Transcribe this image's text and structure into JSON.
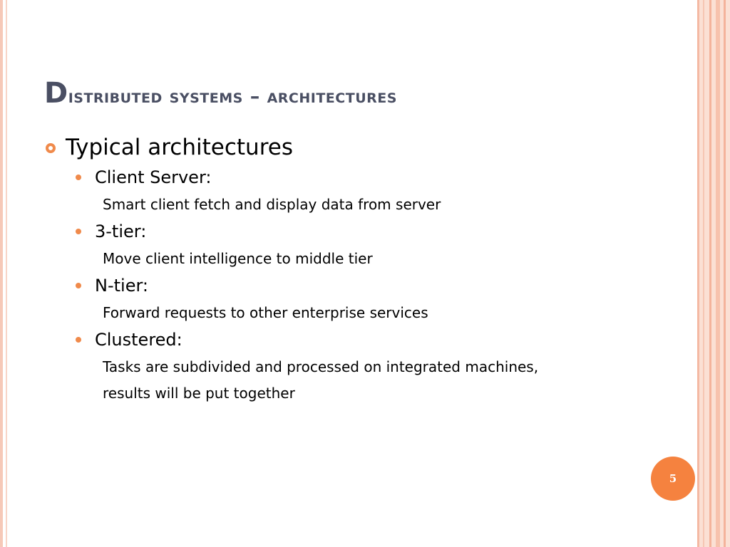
{
  "slide": {
    "title_first_letter": "D",
    "title_rest": "istributed systems – architectures",
    "page_number": "5",
    "colors": {
      "title": "#4a4f63",
      "accent": "#f5823f",
      "stripe": "#f6c9b8"
    }
  },
  "content": {
    "heading": "Typical architectures",
    "items": [
      {
        "label": "Client Server:",
        "details": [
          "Smart client fetch and display data from server"
        ]
      },
      {
        "label": "3-tier:",
        "details": [
          "Move client intelligence to middle tier"
        ]
      },
      {
        "label": "N-tier:",
        "details": [
          "Forward requests to other enterprise services"
        ]
      },
      {
        "label": "Clustered:",
        "details": [
          "Tasks are subdivided and processed on integrated machines,",
          "results will be put together"
        ]
      }
    ]
  }
}
